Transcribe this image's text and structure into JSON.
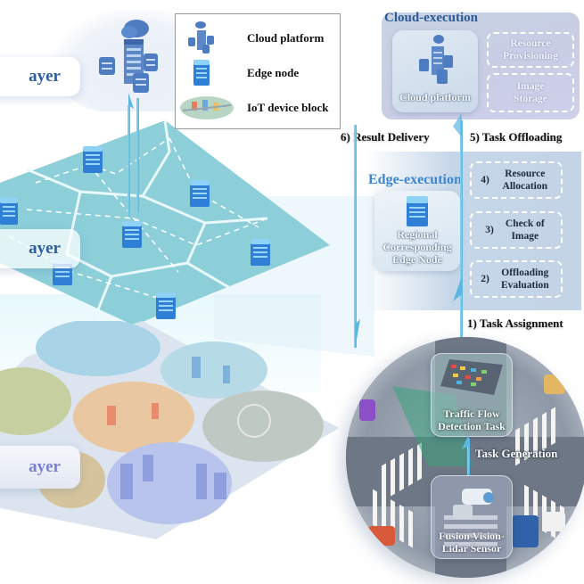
{
  "layers": {
    "cloud_layer_label": "ayer",
    "edge_layer_label": "ayer",
    "device_layer_label": "ayer"
  },
  "legend": {
    "items": [
      {
        "icon": "cloud-platform-icon",
        "label": "Cloud platform"
      },
      {
        "icon": "edge-node-icon",
        "label": "Edge node"
      },
      {
        "icon": "iot-device-block-icon",
        "label": "IoT device block"
      }
    ]
  },
  "cloud_execution": {
    "title": "Cloud-execution",
    "platform_label": "Cloud platform",
    "boxes": [
      {
        "label": "Resource Provisioning"
      },
      {
        "label": "Image Storage"
      }
    ]
  },
  "steps": {
    "result_delivery": "6) Result Delivery",
    "task_offloading": "5) Task Offloading",
    "task_assignment": "1) Task Assignment",
    "task_generation": "Task Generation"
  },
  "edge_execution": {
    "title": "Edge-execution",
    "node_label": "Regional Corresponding Edge Node",
    "boxes": [
      {
        "num": "4)",
        "label": "Resource Allocation"
      },
      {
        "num": "3)",
        "label": "Check of Image"
      },
      {
        "num": "2)",
        "label": "Offloading Evaluation"
      }
    ]
  },
  "device": {
    "task_label": "Traffic Flow Detection Task",
    "sensor_label": "Fusion Vision-Lidar Sensor"
  },
  "colors": {
    "cloud_title": "#2c5a94",
    "edge_title": "#3a86cf",
    "edge_grid": "#8fd0dc",
    "arrow": "#5ab8e2"
  }
}
